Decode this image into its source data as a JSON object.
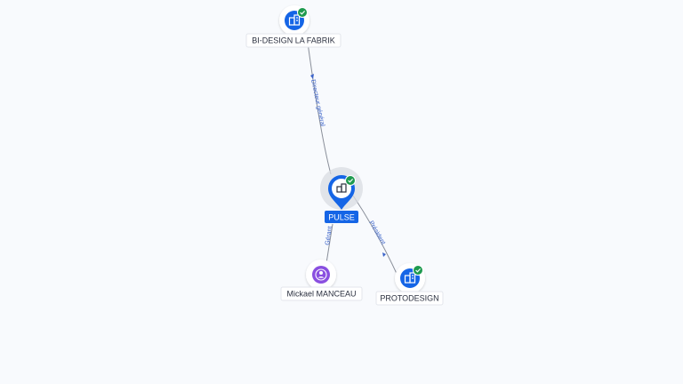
{
  "graph": {
    "focus_node": {
      "label": "PULSE",
      "type": "company",
      "verified": true
    },
    "nodes": [
      {
        "id": "bi-design",
        "label": "BI-DESIGN LA FABRIK",
        "type": "company",
        "verified": true
      },
      {
        "id": "protodesign",
        "label": "PROTODESIGN",
        "type": "company",
        "verified": true
      },
      {
        "id": "mickael",
        "label": "Mickael MANCEAU",
        "type": "person",
        "verified": false
      }
    ],
    "edges": [
      {
        "from": "pulse",
        "to": "bi-design",
        "label": "Directeur général"
      },
      {
        "from": "pulse",
        "to": "protodesign",
        "label": "Président"
      },
      {
        "from": "mickael",
        "to": "pulse",
        "label": "Gérant"
      }
    ]
  },
  "colors": {
    "background": "#f8fafd",
    "company_icon": "#1565e6",
    "person_icon": "#8a4fe0",
    "verified_badge": "#1e9a4f",
    "edge_label": "#3b63c9",
    "focus_label_bg": "#1565e6"
  },
  "icons": {
    "company": "building-icon",
    "person": "user-icon",
    "verified": "check-badge-icon"
  }
}
